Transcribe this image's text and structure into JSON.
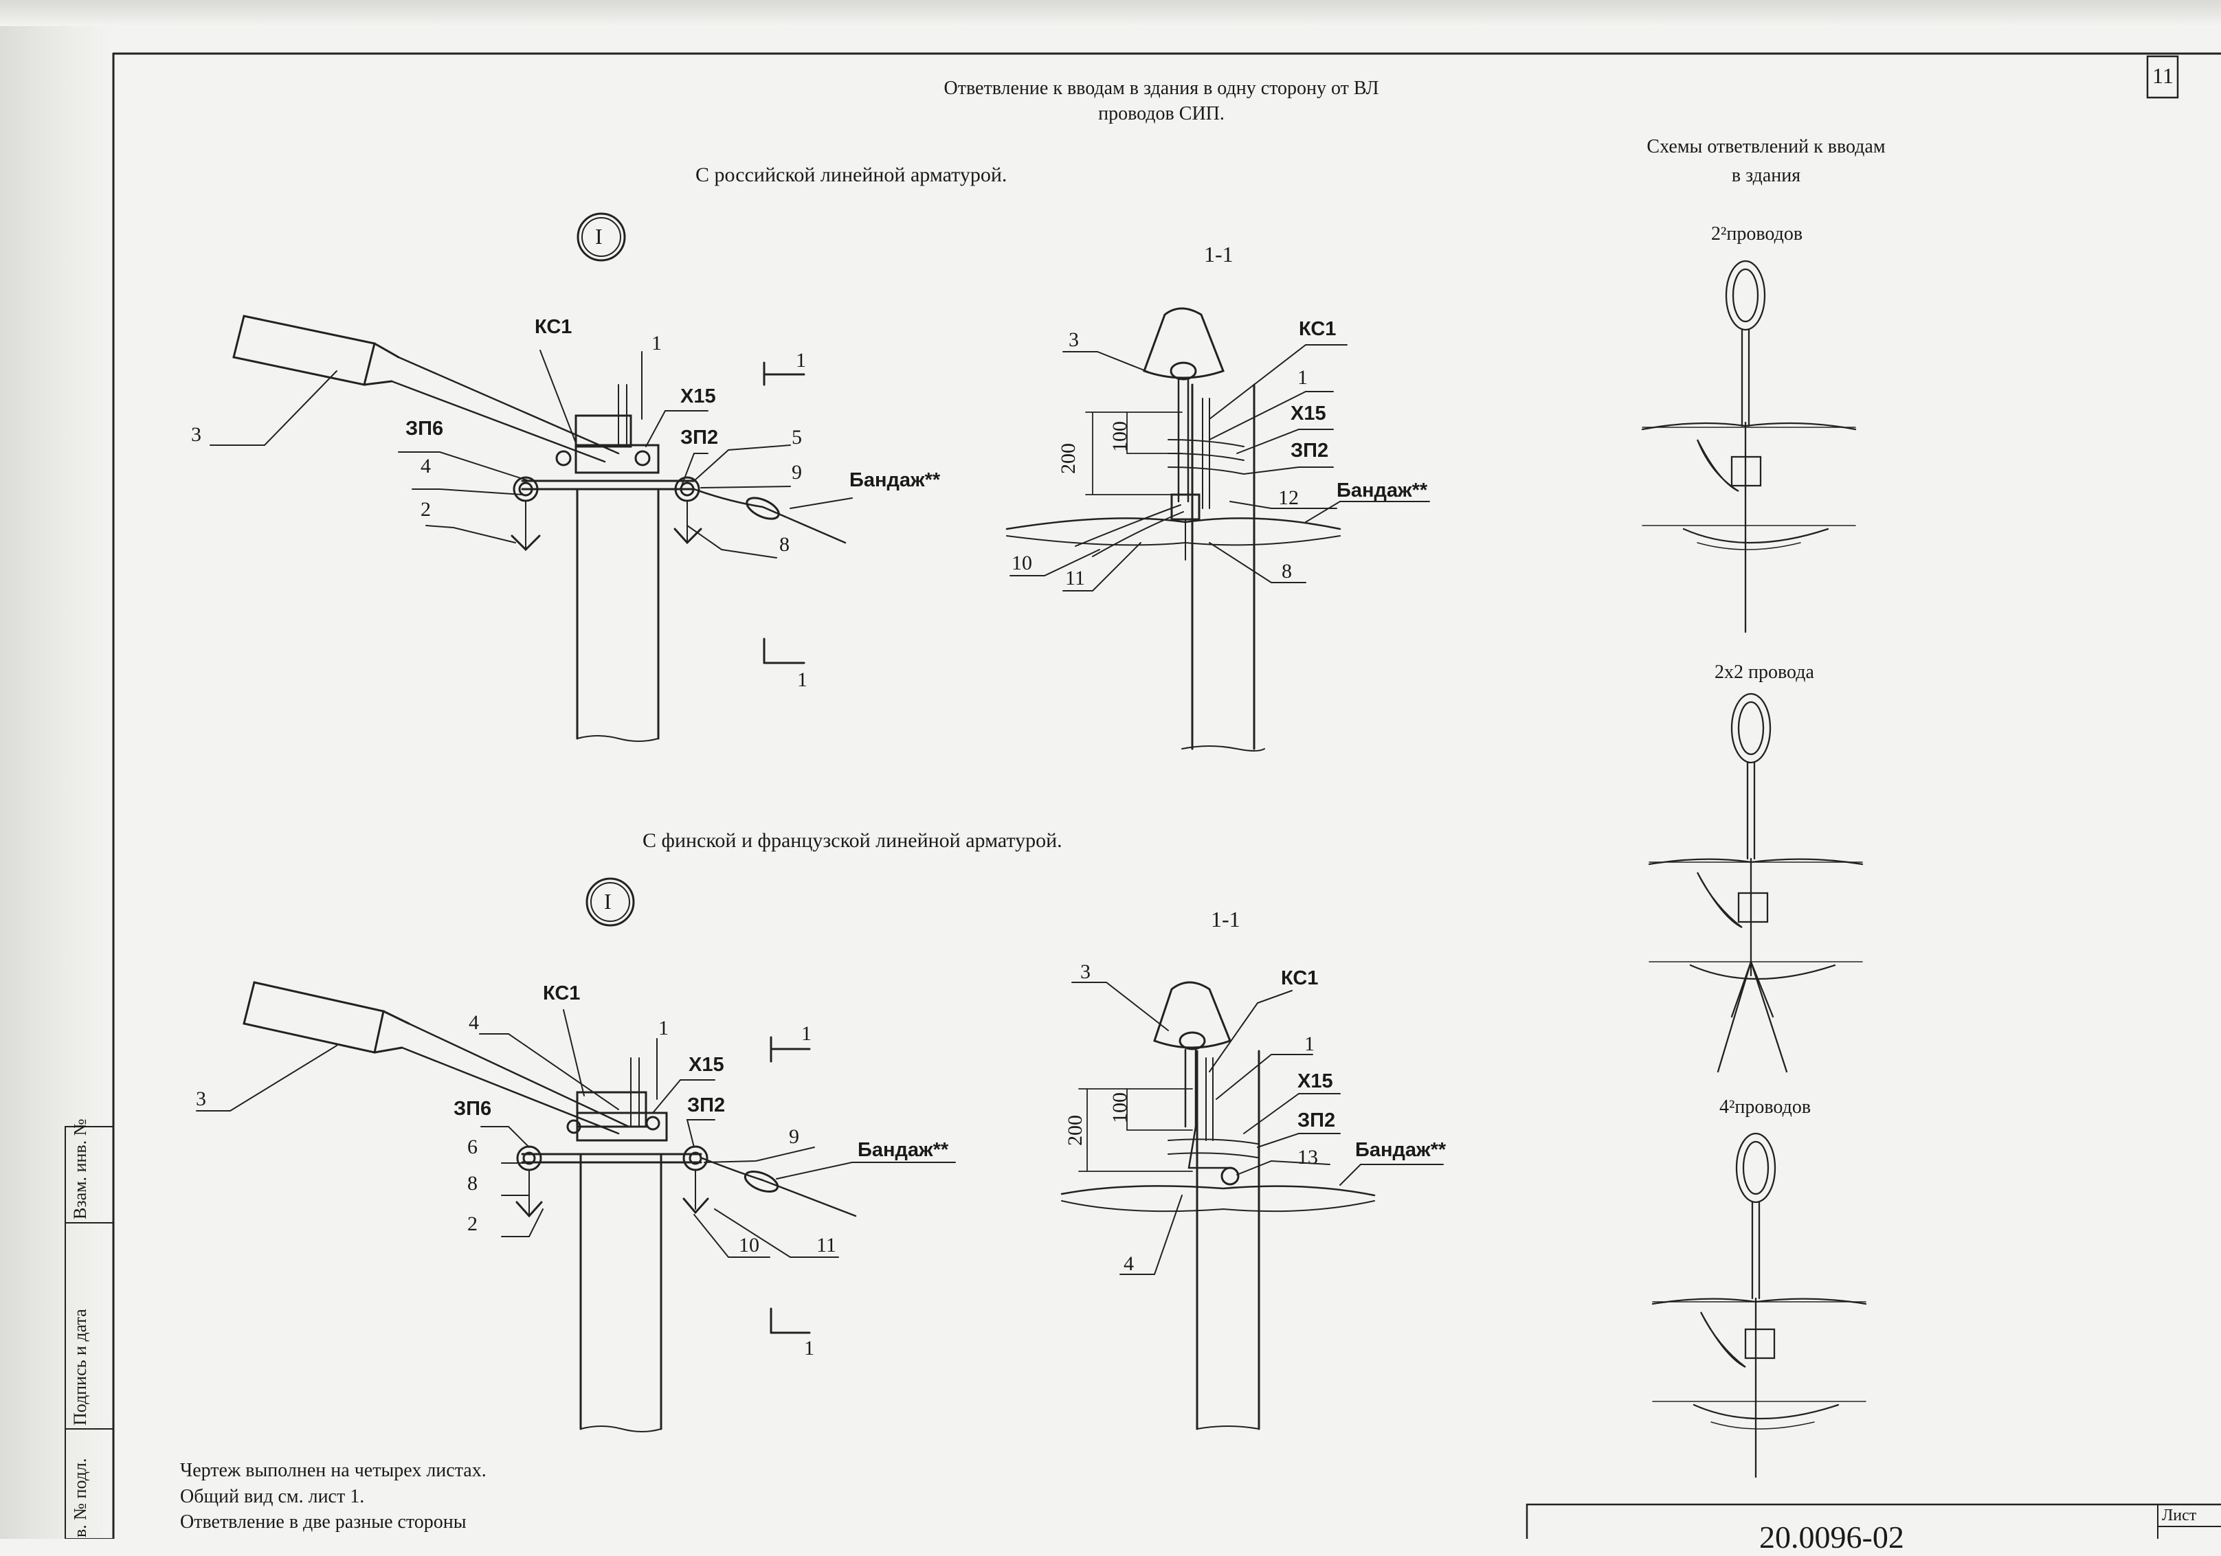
{
  "sheet_number_top": "11",
  "title_line1": "Ответвление к вводам в здания в одну сторону от ВЛ",
  "title_line2": "проводов СИП.",
  "subtitle_russian": "С российской линейной арматурой.",
  "subtitle_finnish": "С финской и французской линейной арматурой.",
  "schemes_title_line1": "Схемы ответвлений к вводам",
  "schemes_title_line2": "в здания",
  "scheme_labels": [
    "2²проводов",
    "2х2 провода",
    "4²проводов"
  ],
  "node_marker": "I",
  "section_label": "1-1",
  "callouts_top_left": {
    "ks1": "КС1",
    "n1": "1",
    "x15": "Х15",
    "zp6": "ЗП6",
    "zp2": "ЗП2",
    "n3": "3",
    "n4": "4",
    "n2": "2",
    "n5": "5",
    "n9": "9",
    "n8": "8",
    "bandage": "Бандаж**",
    "sec1a": "1",
    "sec1b": "1"
  },
  "callouts_top_mid": {
    "n3": "3",
    "ks1": "КС1",
    "n1": "1",
    "x15": "Х15",
    "zp2": "ЗП2",
    "n12": "12",
    "bandage": "Бандаж**",
    "n10": "10",
    "n11": "11",
    "n8": "8",
    "d200": "200",
    "d100": "100"
  },
  "callouts_bot_left": {
    "ks1": "КС1",
    "n4": "4",
    "n1": "1",
    "x15": "Х15",
    "zp6": "ЗП6",
    "zp2": "ЗП2",
    "n6": "6",
    "n8": "8",
    "n2": "2",
    "n3": "3",
    "n9": "9",
    "bandage": "Бандаж**",
    "n10": "10",
    "n11": "11",
    "sec1a": "1",
    "sec1b": "1"
  },
  "callouts_bot_mid": {
    "n3": "3",
    "ks1": "КС1",
    "n1": "1",
    "x15": "Х15",
    "zp2": "ЗП2",
    "n13": "13",
    "bandage": "Бандаж**",
    "n4": "4",
    "d200": "200",
    "d100": "100"
  },
  "notes": [
    "Чертеж выполнен на четырех листах.",
    "Общий вид см. лист 1.",
    "Ответвление в две разные стороны"
  ],
  "side_stamp": [
    "в. № подл.",
    "Подпись и дата",
    "Взам. инв. №"
  ],
  "drawing_code": "20.0096-02",
  "sheet_label": "Лист"
}
